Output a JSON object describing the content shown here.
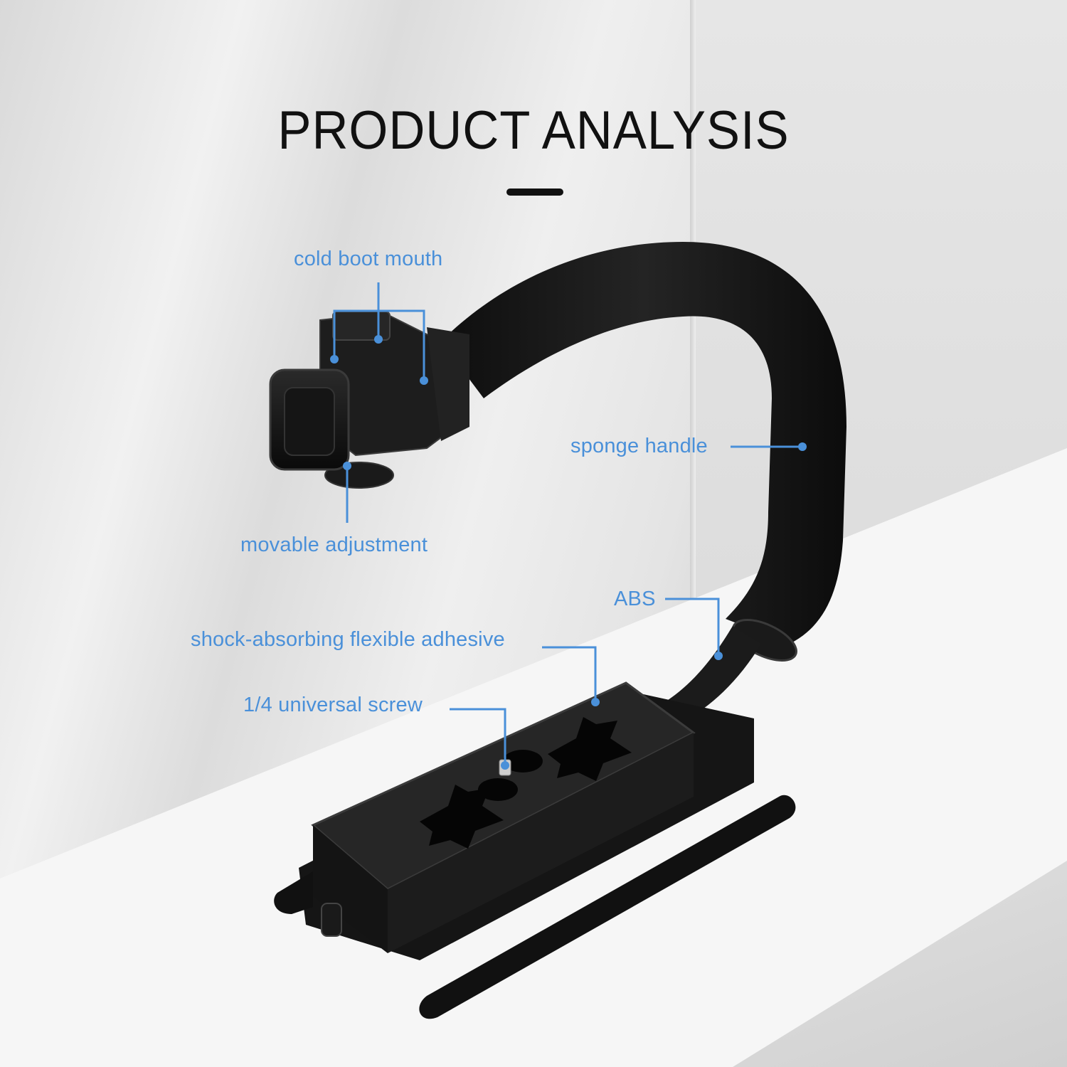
{
  "header": {
    "title": "PRODUCT ANALYSIS"
  },
  "annotations": {
    "cold_boot_mouth": "cold boot mouth",
    "sponge_handle": "sponge handle",
    "movable_adjustment": "movable adjustment",
    "abs": "ABS",
    "shock_absorbing": "shock-absorbing flexible adhesive",
    "universal_screw": "1/4 universal screw"
  },
  "colors": {
    "accent": "#4a90d9",
    "title": "#111111",
    "product": "#141414"
  }
}
